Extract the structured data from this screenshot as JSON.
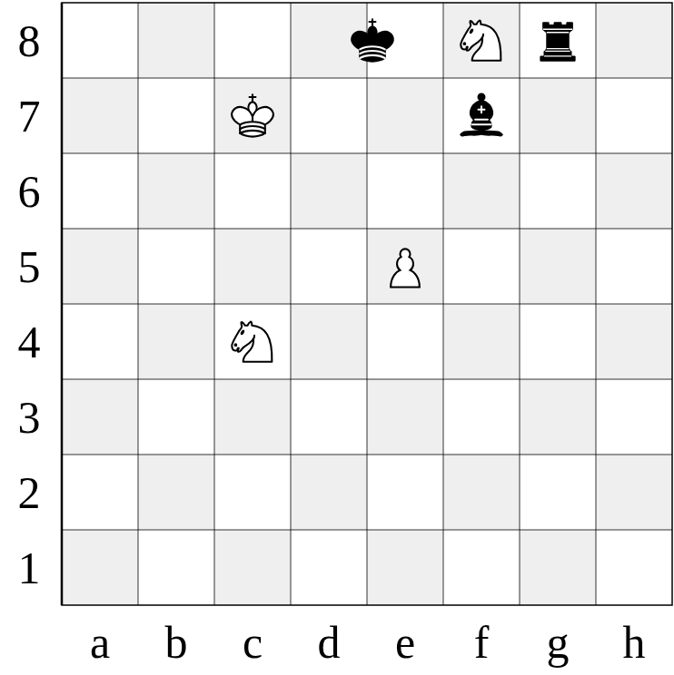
{
  "diagram": {
    "labels": [
      "8",
      "7",
      "6",
      "5",
      "4",
      "3",
      "2",
      "1",
      "a",
      "b",
      "c",
      "d",
      "e",
      "f",
      "g",
      "h"
    ]
  }
}
